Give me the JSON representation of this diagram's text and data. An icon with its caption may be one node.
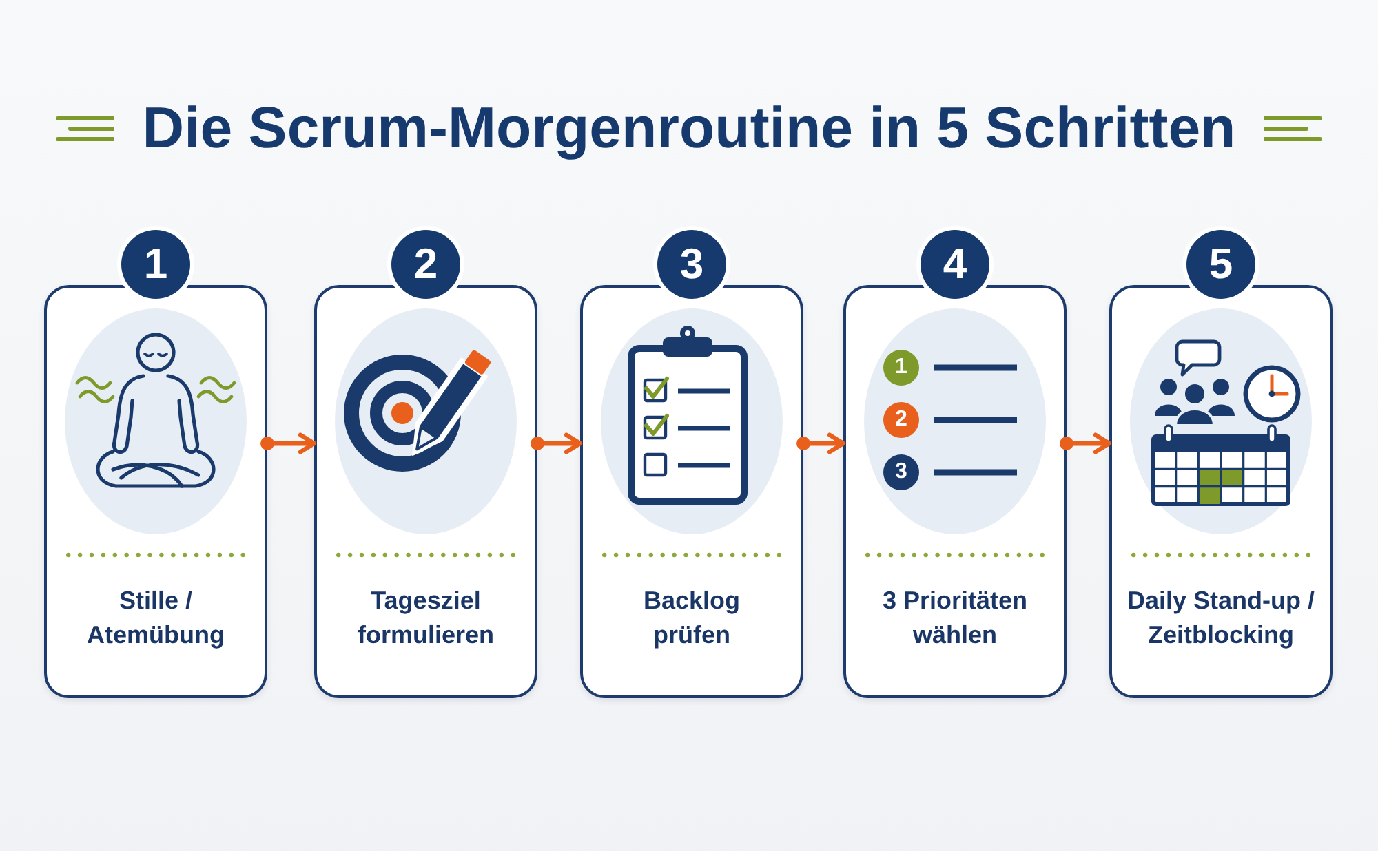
{
  "diagram": {
    "title": "Die Scrum-Morgenroutine in 5 Schritten",
    "nodes": [
      {
        "text": [
          "1",
          "Stille / Atemübung"
        ]
      },
      {
        "text": [
          "2",
          "Tagesziel formulieren"
        ]
      },
      {
        "text": [
          "3",
          "Backlog prüfen"
        ]
      },
      {
        "text": [
          "4",
          "3 Prioritäten wählen"
        ]
      },
      {
        "text": [
          "1"
        ],
        "in": 3
      },
      {
        "text": [
          "2"
        ],
        "in": 3
      },
      {
        "text": [
          "3"
        ],
        "in": 3
      },
      {
        "text": [
          "5",
          "Daily Stand-up / Zeitblocking"
        ]
      }
    ],
    "edges": [
      {
        "from": 0,
        "to": 1,
        "arrow": "to"
      },
      {
        "from": 1,
        "to": 2,
        "arrow": "to"
      },
      {
        "from": 2,
        "to": 3,
        "arrow": "to"
      },
      {
        "from": 3,
        "to": 7,
        "arrow": "to"
      }
    ]
  }
}
